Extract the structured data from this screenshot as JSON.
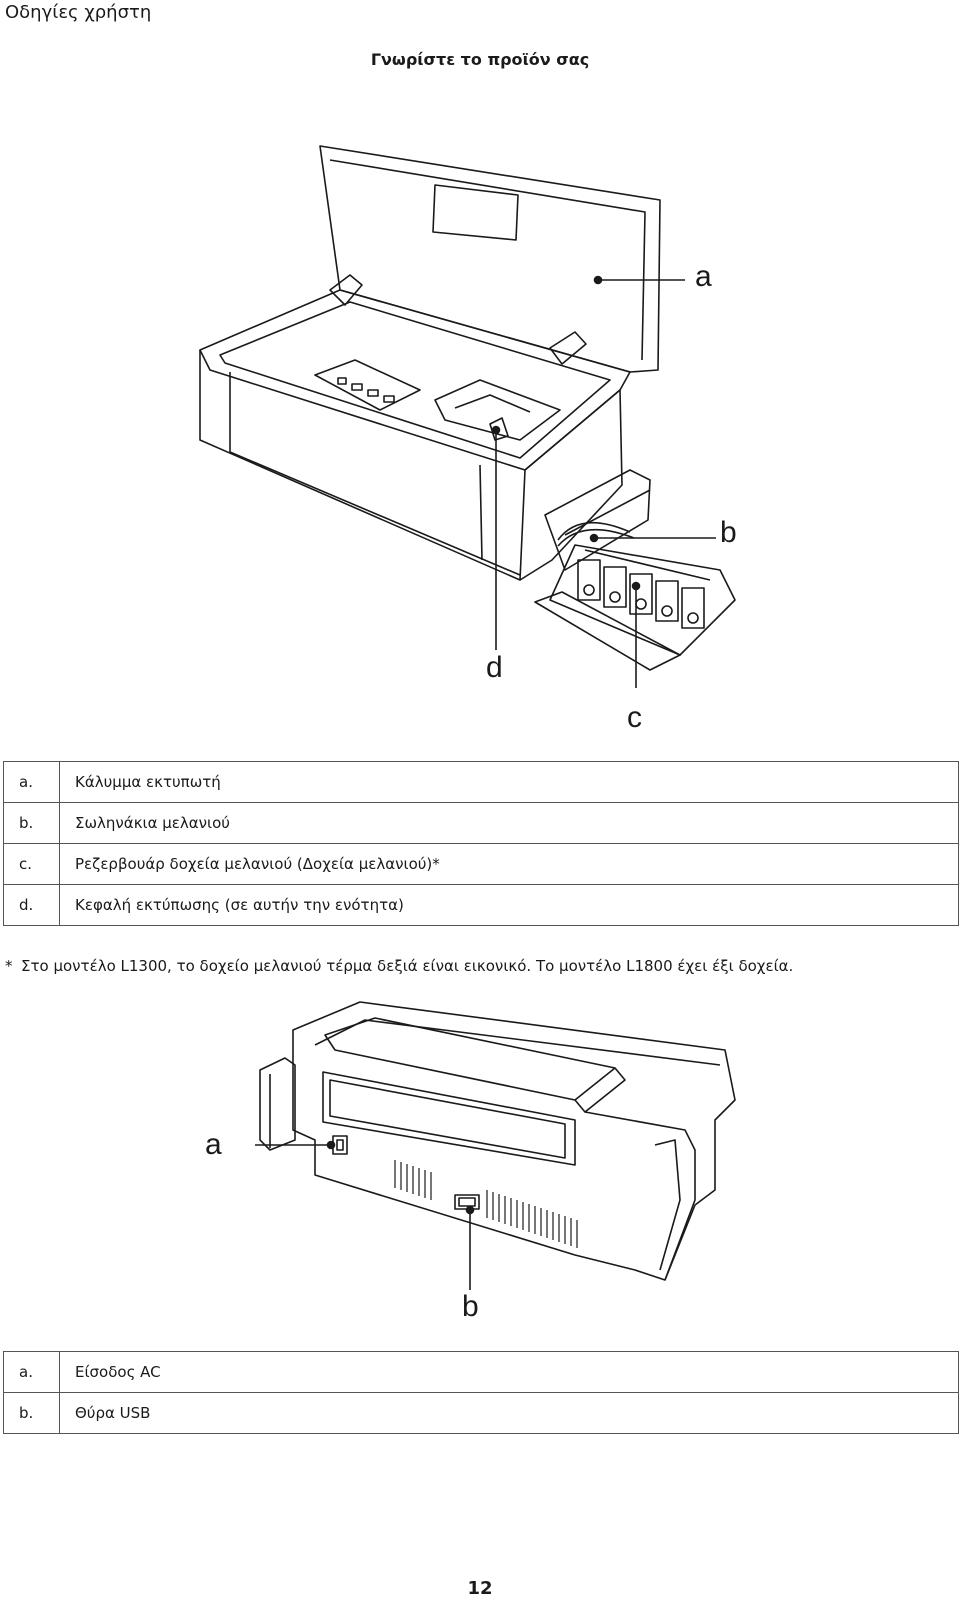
{
  "header": {
    "label": "Οδηγίες χρήστη"
  },
  "section": {
    "title": "Γνωρίστε το προϊόν σας"
  },
  "figure1": {
    "callouts": {
      "a": "a",
      "b": "b",
      "c": "c",
      "d": "d"
    }
  },
  "legend1": [
    {
      "key": "a.",
      "text": "Κάλυμμα εκτυπωτή"
    },
    {
      "key": "b.",
      "text": "Σωληνάκια μελανιού"
    },
    {
      "key": "c.",
      "text": "Ρεζερβουάρ δοχεία μελανιού (Δοχεία μελανιού)*"
    },
    {
      "key": "d.",
      "text": "Κεφαλή εκτύπωσης (σε αυτήν την ενότητα)"
    }
  ],
  "footnote": {
    "mark": "*",
    "text": "Στο μοντέλο L1300, το δοχείο μελανιού τέρμα δεξιά είναι εικονικό. Το μοντέλο L1800 έχει έξι δοχεία."
  },
  "figure2": {
    "callouts": {
      "a": "a",
      "b": "b"
    }
  },
  "legend2": [
    {
      "key": "a.",
      "text": "Είσοδος AC"
    },
    {
      "key": "b.",
      "text": "Θύρα USB"
    }
  ],
  "page": {
    "number": "12"
  },
  "colors": {
    "line": "#1a1a1a",
    "table_border": "#555555"
  }
}
